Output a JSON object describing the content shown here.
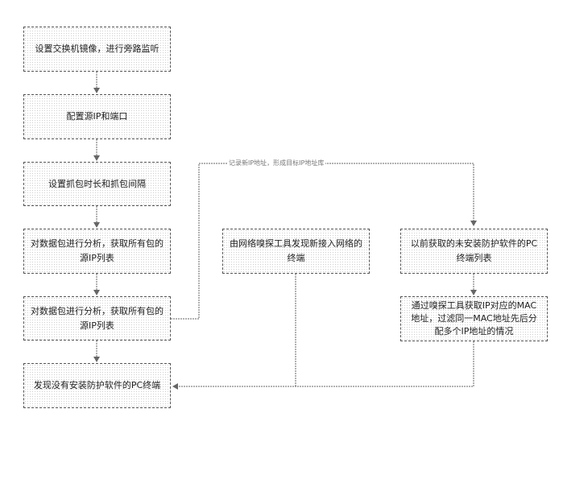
{
  "diagram": {
    "nodes": [
      {
        "id": "n1",
        "text": "设置交换机镜像，进行旁路监听"
      },
      {
        "id": "n2",
        "text": "配置源IP和端口"
      },
      {
        "id": "n3",
        "text": "设置抓包时长和抓包间隔"
      },
      {
        "id": "n4",
        "text": "对数据包进行分析，获取所有包的源IP列表"
      },
      {
        "id": "n5",
        "text": "对数据包进行分析，获取所有包的源IP列表"
      },
      {
        "id": "n6",
        "text": "发现没有安装防护软件的PC终端"
      },
      {
        "id": "n7",
        "text": "由网络嗅探工具发现新接入网络的终端"
      },
      {
        "id": "n8",
        "text": "以前获取的未安装防护软件的PC终端列表"
      },
      {
        "id": "n9",
        "text": "通过嗅探工具获取IP对应的MAC地址，过滤同一MAC地址先后分配多个IP地址的情况"
      }
    ],
    "edges": [
      {
        "from": "n1",
        "to": "n2"
      },
      {
        "from": "n2",
        "to": "n3"
      },
      {
        "from": "n3",
        "to": "n4"
      },
      {
        "from": "n4",
        "to": "n5"
      },
      {
        "from": "n5",
        "to": "n6"
      },
      {
        "from": "n5",
        "to": "n8",
        "label": "记录新IP地址，形成目标IP地址库"
      },
      {
        "from": "n8",
        "to": "n9"
      },
      {
        "from": "n7",
        "to": "n6"
      },
      {
        "from": "n9",
        "to": "n6"
      }
    ],
    "colors": {
      "line": "#555555",
      "dots": "#cfcfcf",
      "label": "#777777"
    }
  }
}
